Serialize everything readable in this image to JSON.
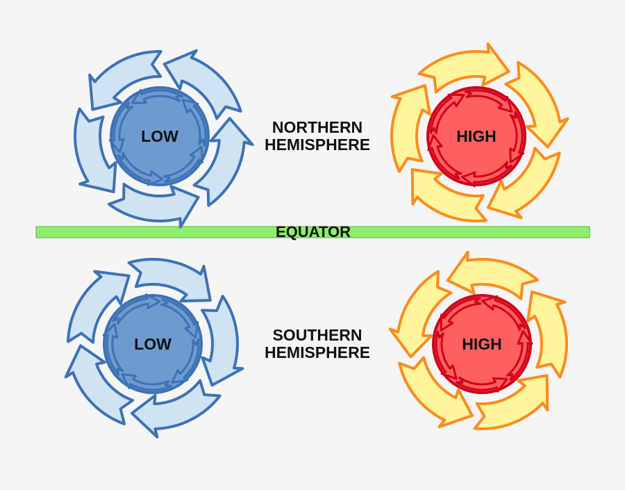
{
  "diagram": {
    "equator_label": "EQUATOR",
    "northern": {
      "label_line1": "NORTHERN",
      "label_line2": "HEMISPHERE",
      "low": {
        "label": "LOW",
        "outer_flow": "counterclockwise",
        "inner_flow": "counterclockwise"
      },
      "high": {
        "label": "HIGH",
        "outer_flow": "clockwise",
        "inner_flow": "clockwise"
      }
    },
    "southern": {
      "label_line1": "SOUTHERN",
      "label_line2": "HEMISPHERE",
      "low": {
        "label": "LOW",
        "outer_flow": "clockwise",
        "inner_flow": "clockwise"
      },
      "high": {
        "label": "HIGH",
        "outer_flow": "counterclockwise",
        "inner_flow": "counterclockwise"
      }
    }
  },
  "colors": {
    "background": "#f5f5f5",
    "equator_fill": "#90ee6a",
    "equator_stroke": "#4caf50",
    "low_outer_fill": "#cfe3f3",
    "low_stroke": "#3d72b4",
    "low_inner_fill": "#6d9bd0",
    "high_outer_fill": "#fff59d",
    "high_outer_stroke": "#fb8c1e",
    "high_inner_fill": "#fe6060",
    "high_inner_stroke": "#d0021b",
    "text": "#111111"
  }
}
